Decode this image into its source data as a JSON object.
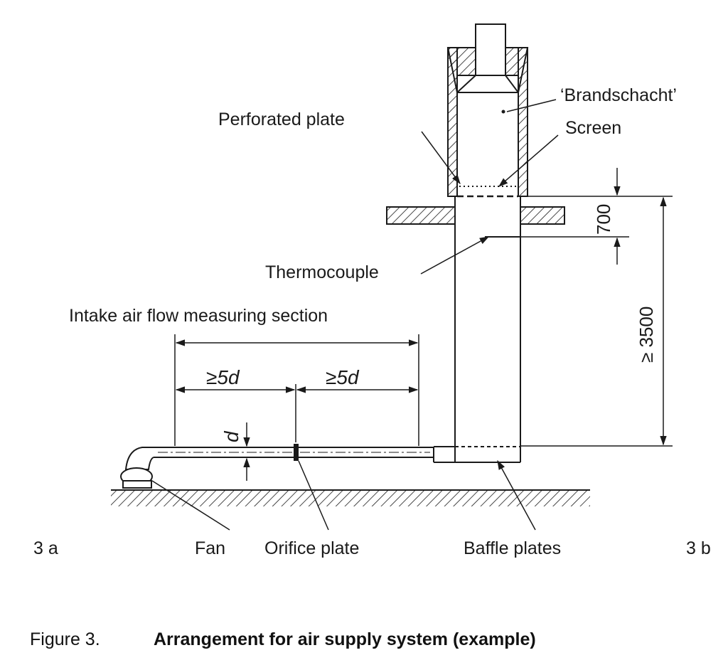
{
  "labels": {
    "brandschacht": "‘Brandschacht’",
    "screen": "Screen",
    "perforated_plate": "Perforated plate",
    "thermocouple": "Thermocouple",
    "intake_section": "Intake air flow measuring section",
    "fan": "Fan",
    "orifice_plate": "Orifice plate",
    "baffle_plates": "Baffle plates",
    "view_a": "3 a",
    "view_b": "3 b"
  },
  "dimensions": {
    "left_segment": "≥5d",
    "right_segment": "≥5d",
    "diameter": "d",
    "height_700": "700",
    "height_3500": "≥ 3500"
  },
  "caption": {
    "number": "Figure 3.",
    "title": "Arrangement for air supply system (example)"
  }
}
